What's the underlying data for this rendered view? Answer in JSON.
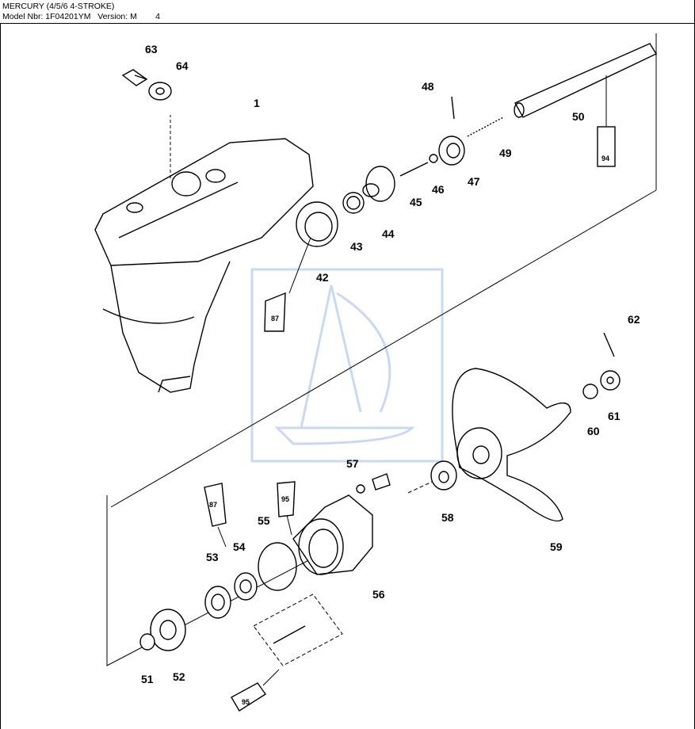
{
  "header": {
    "title": "MERCURY (4/5/6 4-STROKE)",
    "model_line": "Model Nbr: 1F04201YM   Version: M        4"
  },
  "callouts": {
    "p1": "1",
    "p42": "42",
    "p43": "43",
    "p44": "44",
    "p45": "45",
    "p46": "46",
    "p47": "47",
    "p48": "48",
    "p49": "49",
    "p50": "50",
    "p51": "51",
    "p52": "52",
    "p53": "53",
    "p54": "54",
    "p55": "55",
    "p56": "56",
    "p57": "57",
    "p58": "58",
    "p59": "59",
    "p60": "60",
    "p61": "61",
    "p62": "62",
    "p63": "63",
    "p64": "64"
  },
  "tubes": {
    "t87a": "87",
    "t94": "94",
    "t87b": "87",
    "t95a": "95",
    "t95b": "95"
  },
  "colors": {
    "watermark": "#c9d9f2",
    "line": "#000000"
  }
}
